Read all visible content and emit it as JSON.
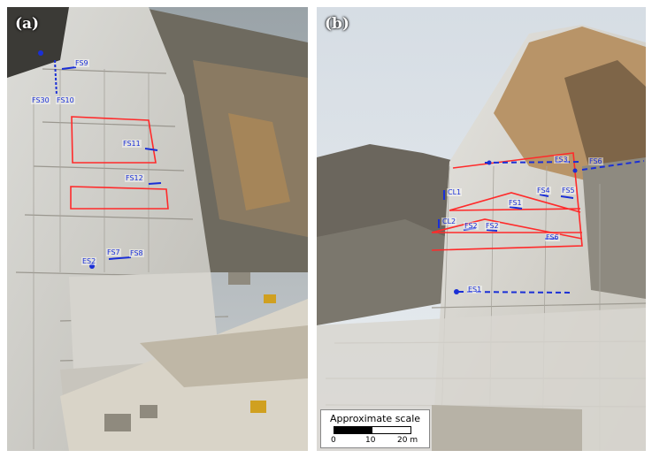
{
  "panels": {
    "a": {
      "label": "(a)",
      "annotations": [
        {
          "id": "fs9",
          "text": "FS9"
        },
        {
          "id": "fs30",
          "text": "FS30"
        },
        {
          "id": "fs10",
          "text": "FS10"
        },
        {
          "id": "fs11",
          "text": "FS11"
        },
        {
          "id": "fs12",
          "text": "FS12"
        },
        {
          "id": "es2",
          "text": "ES2"
        },
        {
          "id": "fs7",
          "text": "FS7"
        },
        {
          "id": "fs8",
          "text": "FS8"
        }
      ]
    },
    "b": {
      "label": "(b)",
      "annotations": [
        {
          "id": "fs3",
          "text": "FS3"
        },
        {
          "id": "fs6",
          "text": "FS6"
        },
        {
          "id": "cl1",
          "text": "CL1"
        },
        {
          "id": "fs4",
          "text": "FS4"
        },
        {
          "id": "fs5",
          "text": "FS5"
        },
        {
          "id": "fs1",
          "text": "FS1"
        },
        {
          "id": "cl2",
          "text": "CL2"
        },
        {
          "id": "fs2a",
          "text": "FS2"
        },
        {
          "id": "fs2b",
          "text": "FS2"
        },
        {
          "id": "fs6b",
          "text": "FS6"
        },
        {
          "id": "es1",
          "text": "ES1"
        }
      ]
    }
  },
  "scale": {
    "title": "Approximate scale",
    "ticks": [
      "0",
      "10",
      "20 m"
    ]
  },
  "colors": {
    "annotation_blue": "#1a2fd6",
    "outline_red": "#ff2a2a"
  }
}
